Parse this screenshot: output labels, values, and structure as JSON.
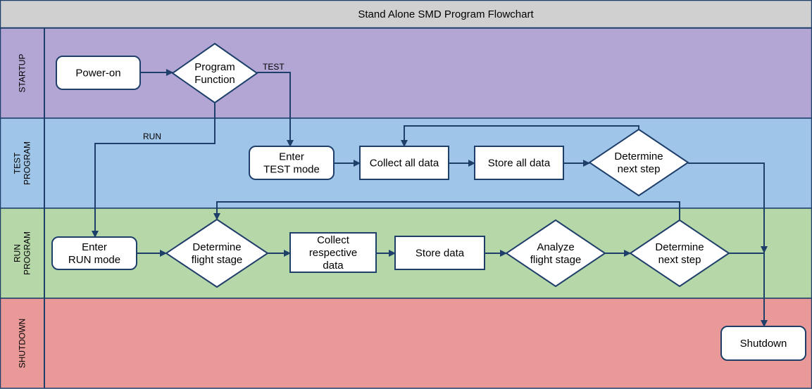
{
  "title": "Stand Alone SMD Program Flowchart",
  "lanes": [
    {
      "id": "startup",
      "label_lines": [
        "STARTUP"
      ],
      "color": "#b3a6d5"
    },
    {
      "id": "test",
      "label_lines": [
        "TEST",
        "PROGRAM"
      ],
      "color": "#9fc5e8"
    },
    {
      "id": "run",
      "label_lines": [
        "RUN",
        "PROGRAM"
      ],
      "color": "#b6d7a8"
    },
    {
      "id": "shutdown",
      "label_lines": [
        "SHUTDOWN"
      ],
      "color": "#ea9999"
    }
  ],
  "nodes": [
    {
      "id": "power_on",
      "shape": "rounded",
      "lines": [
        "Power-on"
      ]
    },
    {
      "id": "program_function",
      "shape": "diamond",
      "lines": [
        "Program",
        "Function"
      ]
    },
    {
      "id": "enter_test",
      "shape": "rounded",
      "lines": [
        "Enter",
        "TEST mode"
      ]
    },
    {
      "id": "collect_all",
      "shape": "rect",
      "lines": [
        "Collect all data"
      ]
    },
    {
      "id": "store_all",
      "shape": "rect",
      "lines": [
        "Store all data"
      ]
    },
    {
      "id": "determine_next_test",
      "shape": "diamond",
      "lines": [
        "Determine",
        "next step"
      ]
    },
    {
      "id": "enter_run",
      "shape": "rounded",
      "lines": [
        "Enter",
        "RUN mode"
      ]
    },
    {
      "id": "determine_flight",
      "shape": "diamond",
      "lines": [
        "Determine",
        "flight stage"
      ]
    },
    {
      "id": "collect_respective",
      "shape": "rect",
      "lines": [
        "Collect",
        "respective",
        "data"
      ]
    },
    {
      "id": "store_data",
      "shape": "rect",
      "lines": [
        "Store data"
      ]
    },
    {
      "id": "analyze_flight",
      "shape": "diamond",
      "lines": [
        "Analyze",
        "flight stage"
      ]
    },
    {
      "id": "determine_next_run",
      "shape": "diamond",
      "lines": [
        "Determine",
        "next step"
      ]
    },
    {
      "id": "shutdown",
      "shape": "rounded",
      "lines": [
        "Shutdown"
      ]
    }
  ],
  "edges": [
    {
      "id": "power-to-function",
      "from": "power_on",
      "to": "program_function",
      "label": ""
    },
    {
      "id": "function-to-test",
      "from": "program_function",
      "to": "enter_test",
      "label": "TEST"
    },
    {
      "id": "function-to-run",
      "from": "program_function",
      "to": "enter_run",
      "label": "RUN"
    },
    {
      "id": "enter-test-to-collect",
      "from": "enter_test",
      "to": "collect_all",
      "label": ""
    },
    {
      "id": "collect-to-store",
      "from": "collect_all",
      "to": "store_all",
      "label": ""
    },
    {
      "id": "store-to-determine-test",
      "from": "store_all",
      "to": "determine_next_test",
      "label": ""
    },
    {
      "id": "determine-test-loop",
      "from": "determine_next_test",
      "to": "collect_all",
      "label": ""
    },
    {
      "id": "determine-test-to-shutdown",
      "from": "determine_next_test",
      "to": "shutdown",
      "label": ""
    },
    {
      "id": "enter-run-to-flight",
      "from": "enter_run",
      "to": "determine_flight",
      "label": ""
    },
    {
      "id": "flight-to-collect",
      "from": "determine_flight",
      "to": "collect_respective",
      "label": ""
    },
    {
      "id": "collect-to-store-data",
      "from": "collect_respective",
      "to": "store_data",
      "label": ""
    },
    {
      "id": "store-to-analyze",
      "from": "store_data",
      "to": "analyze_flight",
      "label": ""
    },
    {
      "id": "analyze-to-determine-run",
      "from": "analyze_flight",
      "to": "determine_next_run",
      "label": ""
    },
    {
      "id": "determine-run-loop",
      "from": "determine_next_run",
      "to": "determine_flight",
      "label": ""
    },
    {
      "id": "determine-run-to-shutdown",
      "from": "determine_next_run",
      "to": "shutdown",
      "label": ""
    }
  ]
}
